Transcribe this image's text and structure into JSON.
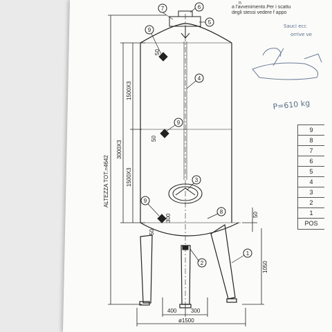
{
  "header": {
    "note_line1": "n",
    "note_line2": "a l'avvenimento.Per i scattu",
    "note_line3": "degli stessi vedere f appo"
  },
  "handwritten": {
    "line1": "Sauci ecc",
    "line2": "orrive ve",
    "weight": "P=610 kg"
  },
  "dimensions": {
    "total_height": "ALTEZZA TOT.=4642",
    "total_section": "3000X3",
    "upper_section": "1500X3",
    "lower_section": "1500X3",
    "upper_offset": "50",
    "mid_offset": "50",
    "lower_offset": "50",
    "bottom_300": "300",
    "right_50": "50",
    "leg_height": "1050",
    "base_400": "400",
    "base_300": "300",
    "diameter": "ø1500"
  },
  "callouts": [
    "7",
    "6",
    "5",
    "9",
    "4",
    "9",
    "3",
    "9",
    "8",
    "1",
    "2"
  ],
  "parts_table": [
    "9",
    "8",
    "7",
    "6",
    "5",
    "4",
    "3",
    "2",
    "1",
    "POS"
  ],
  "colors": {
    "line": "#2b2b2b",
    "ink_hand": "#5a6f86",
    "paper": "#fbfbfa"
  }
}
